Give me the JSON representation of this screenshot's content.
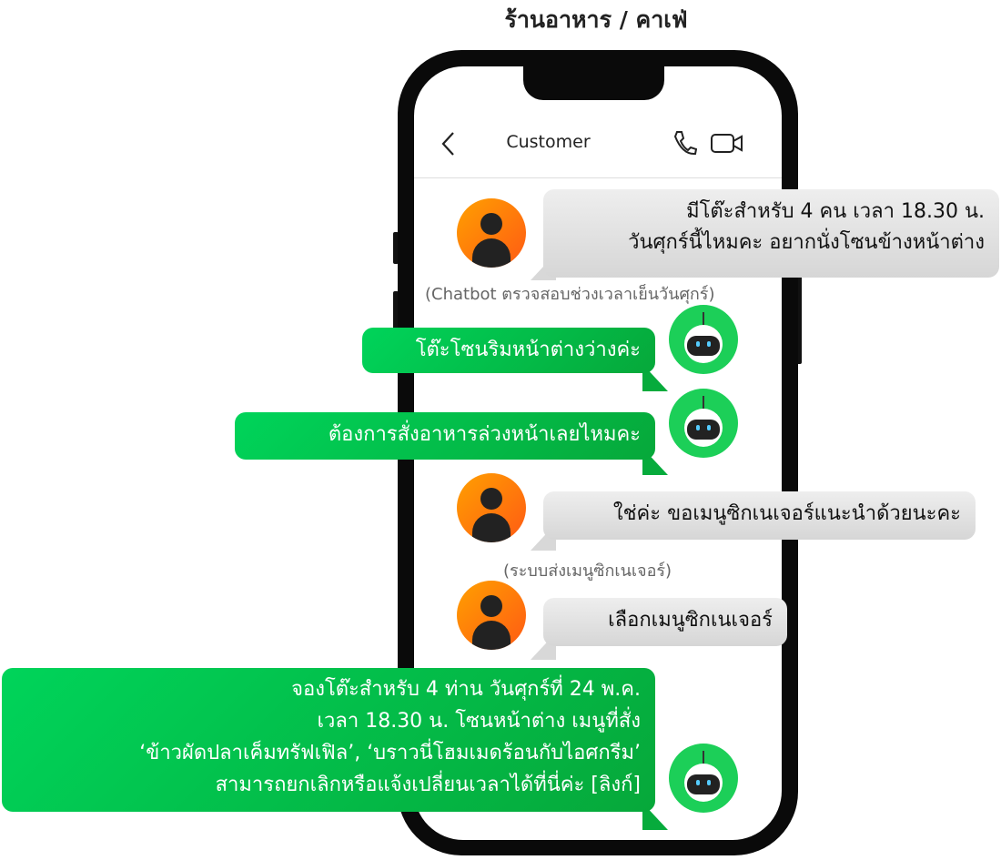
{
  "title": "ร้านอาหาร / คาเฟ่",
  "header": {
    "contact_name": "Customer"
  },
  "messages": [
    {
      "from": "customer",
      "lines": [
        "มีโต๊ะสำหรับ 4 คน เวลา 18.30 น.",
        "วันศุกร์นี้ไหมคะ อยากนั่งโซนข้างหน้าต่าง"
      ]
    },
    {
      "note": "(Chatbot  ตรวจสอบช่วงเวลาเย็นวันศุกร์)"
    },
    {
      "from": "bot",
      "text": "โต๊ะโซนริมหน้าต่างว่างค่ะ"
    },
    {
      "from": "bot",
      "text": "ต้องการสั่งอาหารล่วงหน้าเลยไหมคะ"
    },
    {
      "from": "customer",
      "text": "ใช่ค่ะ ขอเมนูซิกเนเจอร์แนะนำด้วยนะคะ"
    },
    {
      "note": "(ระบบส่งเมนูซิกเนเจอร์)"
    },
    {
      "from": "customer",
      "text": "เลือกเมนูซิกเนเจอร์"
    },
    {
      "from": "bot",
      "lines": [
        "จองโต๊ะสำหรับ 4 ท่าน วันศุกร์ที่ 24 พ.ค.",
        "เวลา 18.30 น. โซนหน้าต่าง เมนูที่สั่ง",
        "‘ข้าวผัดปลาเค็มทรัฟเฟิล’, ‘บราวนี่โฮมเมดร้อนกับไอศกรีม’",
        "สามารถยกเลิกหรือแจ้งเปลี่ยนเวลาได้ที่นี่ค่ะ [ลิงก์]"
      ]
    }
  ]
}
